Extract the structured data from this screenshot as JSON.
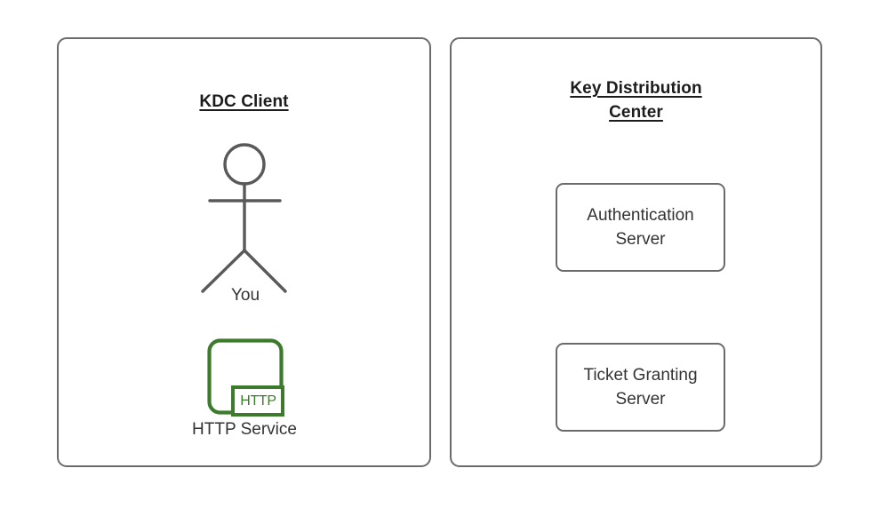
{
  "diagram": {
    "title_colors": {
      "border": "#6b6b6b",
      "title_text": "#1c1c1c",
      "body_text": "#333333",
      "accent_green": "#3c7a2c",
      "background": "#ffffff"
    },
    "panels": [
      {
        "id": "kdc-client",
        "title": "KDC Client",
        "title_lines": [
          "KDC Client"
        ],
        "nodes": [
          {
            "id": "actor-you",
            "type": "stick-figure",
            "label": "You"
          },
          {
            "id": "http-service",
            "type": "service-icon",
            "label": "HTTP Service",
            "badge": "HTTP",
            "color": "#3c7a2c"
          }
        ]
      },
      {
        "id": "key-distribution-center",
        "title": "Key Distribution Center",
        "title_lines": [
          "Key Distribution",
          "Center"
        ],
        "nodes": [
          {
            "id": "authentication-server",
            "type": "box",
            "label": "Authentication Server",
            "label_lines": [
              "Authentication",
              "Server"
            ]
          },
          {
            "id": "ticket-granting-server",
            "type": "box",
            "label": "Ticket Granting Server",
            "label_lines": [
              "Ticket Granting",
              "Server"
            ]
          }
        ]
      }
    ]
  }
}
